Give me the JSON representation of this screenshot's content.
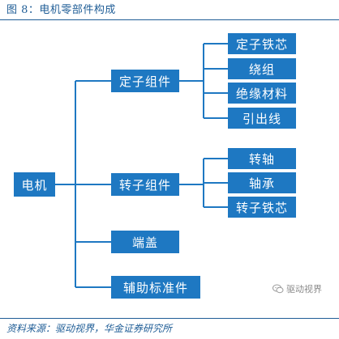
{
  "figure": {
    "title": "图 8：电机零部件构成",
    "source": "资料来源：驱动视界，华金证券研究所"
  },
  "diagram": {
    "root": "电机",
    "groups": [
      {
        "label": "定子组件",
        "children": [
          "定子铁芯",
          "绕组",
          "绝缘材料",
          "引出线"
        ]
      },
      {
        "label": "转子组件",
        "children": [
          "转轴",
          "轴承",
          "转子铁芯"
        ]
      },
      {
        "label": "端盖",
        "children": []
      },
      {
        "label": "辅助标准件",
        "children": []
      }
    ]
  },
  "watermark": {
    "text": "驱动视界",
    "icon": "wechat-icon"
  },
  "colors": {
    "node_fill": "#1e78c2",
    "connector": "#1e78c2",
    "title_text": "#1f5d96"
  }
}
